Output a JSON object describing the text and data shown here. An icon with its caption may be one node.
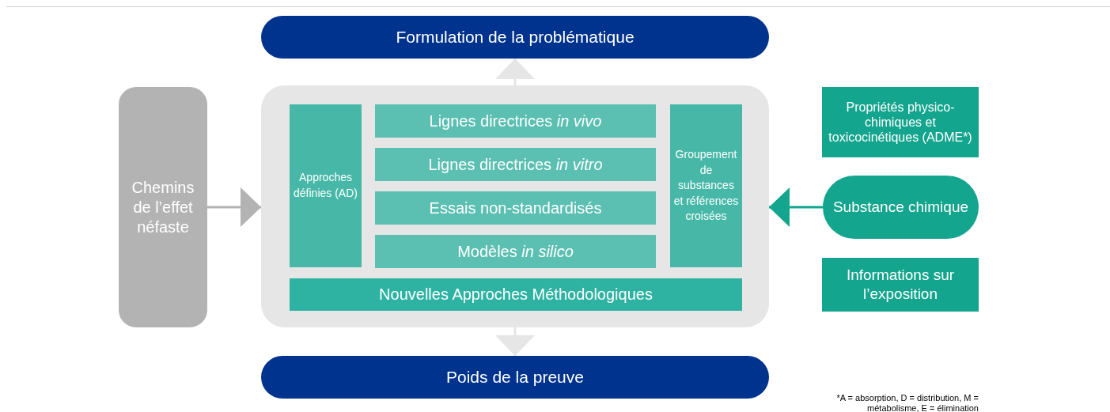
{
  "diagram": {
    "nodes": [
      {
        "text": [
          "Formulation de la problématique"
        ]
      },
      {
        "text": [
          "Chemins de l’effet néfaste"
        ]
      },
      {
        "text": [],
        "shape": "box"
      },
      {
        "text": [
          "Approches définies (AD)"
        ],
        "in": 2
      },
      {
        "text": [
          "Lignes directrices *in vivo*"
        ],
        "in": 2
      },
      {
        "text": [
          "Lignes directrices *in vitro*"
        ],
        "in": 2
      },
      {
        "text": [
          "Essais non-standardisés"
        ],
        "in": 2
      },
      {
        "text": [
          "Modèles *in silico*"
        ],
        "in": 2
      },
      {
        "text": [
          "Groupement de substances et références croisées"
        ],
        "in": 2
      },
      {
        "text": [
          "Nouvelles Approches Méthodologiques"
        ],
        "in": 2
      },
      {
        "text": [
          "Propriétés physico-chimiques et toxicocinétiques (ADME*)"
        ]
      },
      {
        "text": [
          "Substance chimique"
        ]
      },
      {
        "text": [
          "Informations sur l’exposition"
        ]
      },
      {
        "text": [
          "Poids de la preuve"
        ]
      }
    ],
    "edges": [
      {
        "from": 1,
        "to": 2,
        "arrow": "to",
        "color": "#b3b3b3"
      },
      {
        "from": 11,
        "to": 2,
        "arrow": "to",
        "color": "#14a58e"
      },
      {
        "from": 2,
        "to": 0,
        "arrow": "to"
      },
      {
        "from": 2,
        "to": 13,
        "arrow": "to"
      }
    ],
    "labels": [
      "*A = absorption, D = distribution, M = métabolisme, E = élimination"
    ]
  }
}
